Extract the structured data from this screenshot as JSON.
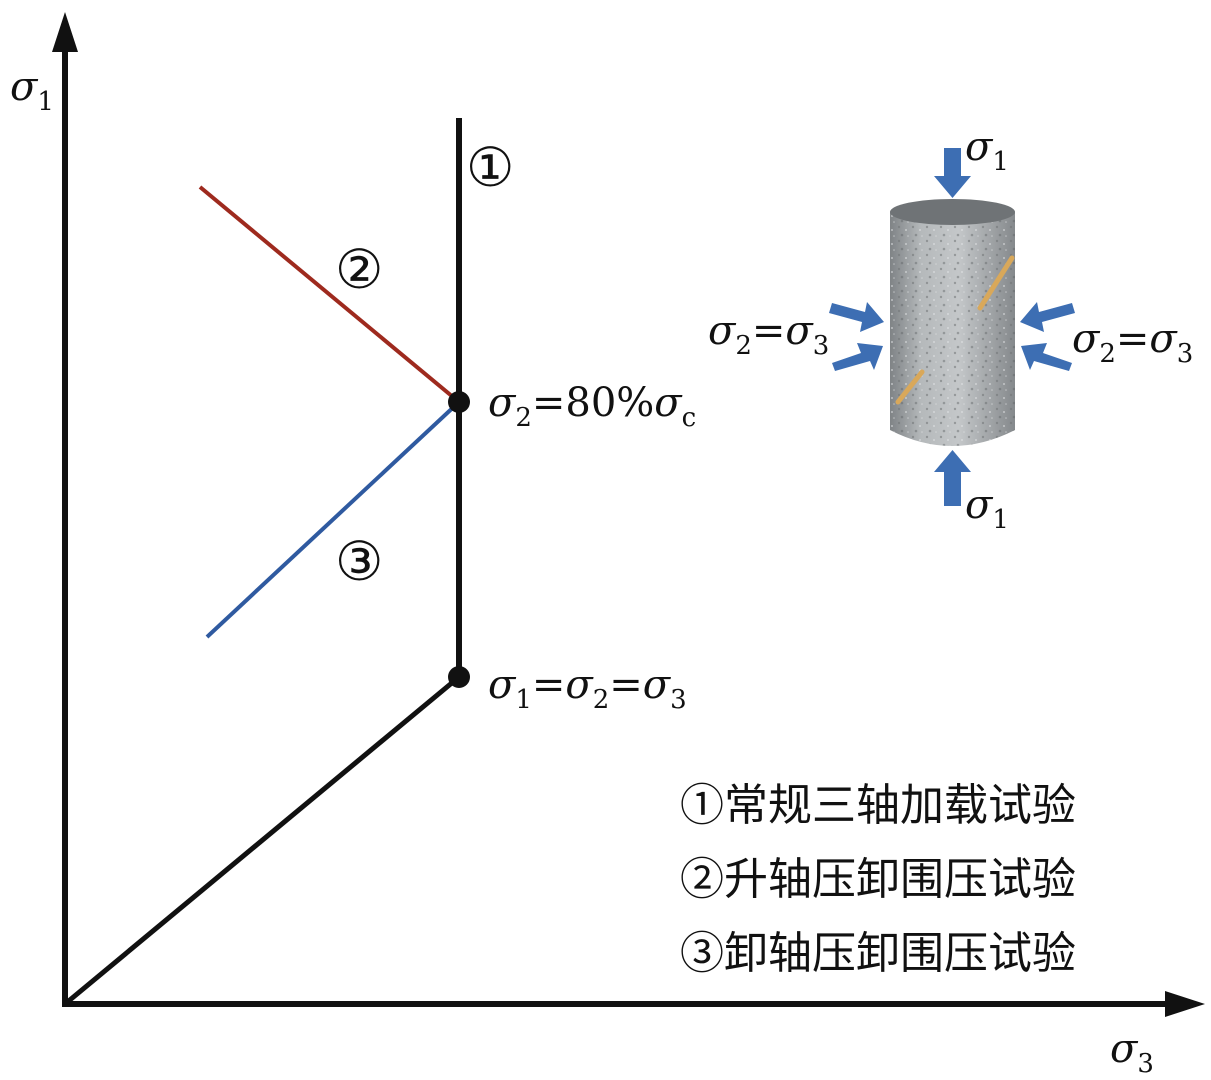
{
  "axes": {
    "y_label": {
      "sym": "σ",
      "sub": "1"
    },
    "x_label": {
      "sym": "σ",
      "sub": "3"
    }
  },
  "paths": {
    "path1_marker": "①",
    "path2_marker": "②",
    "path3_marker": "③",
    "path1_color": "#111111",
    "path2_color": "#9e2a1e",
    "path3_color": "#2f5aa0"
  },
  "points": {
    "upper": {
      "s": "σ",
      "sub2": "2",
      "eq": "=80%",
      "s2": "σ",
      "subc": "c"
    },
    "lower": {
      "s1": "σ",
      "sub1": "1",
      "eq1": "=",
      "s2": "σ",
      "sub2": "2",
      "eq2": "=",
      "s3": "σ",
      "sub3": "3"
    }
  },
  "specimen": {
    "top": {
      "sym": "σ",
      "sub": "1"
    },
    "bottom": {
      "sym": "σ",
      "sub": "1"
    },
    "left": {
      "s1": "σ",
      "sub1": "2",
      "eq": "=",
      "s2": "σ",
      "sub2": "3"
    },
    "right": {
      "s1": "σ",
      "sub1": "2",
      "eq": "=",
      "s2": "σ",
      "sub2": "3"
    },
    "arrow_color": "#3d6eb3",
    "body_color": "#a9aeb1",
    "crack_color": "#d9a85a"
  },
  "legend": [
    "①常规三轴加载试验",
    "②升轴压卸围压试验",
    "③卸轴压卸围压试验"
  ]
}
